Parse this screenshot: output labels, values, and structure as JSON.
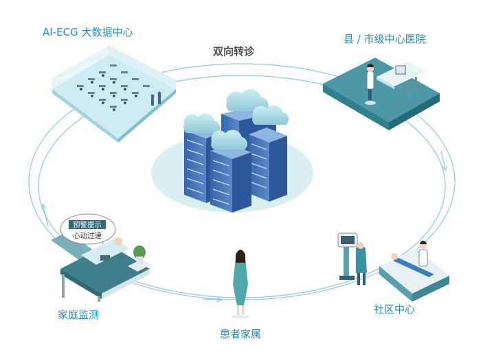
{
  "labels": {
    "center_arrow": "双向转诊",
    "big_data_center": "AI-ECG 大数据中心",
    "hospital": "县 / 市级中心医院",
    "home_monitoring": "家庭监测",
    "family": "患者家属",
    "community_center": "社区中心"
  },
  "room_sign": "AI-ECG大数据中心",
  "alert_bubble": {
    "line1": "预警提示",
    "line2": "心动过速"
  },
  "colors": {
    "label_blue": "#1b8fc4",
    "ring_line": "#8cc9dc",
    "teal_dark": "#2f7f8e",
    "teal_light": "#bfe6ec",
    "server_blue": "#3f6fb8",
    "cloud": "#9fd3e0"
  }
}
